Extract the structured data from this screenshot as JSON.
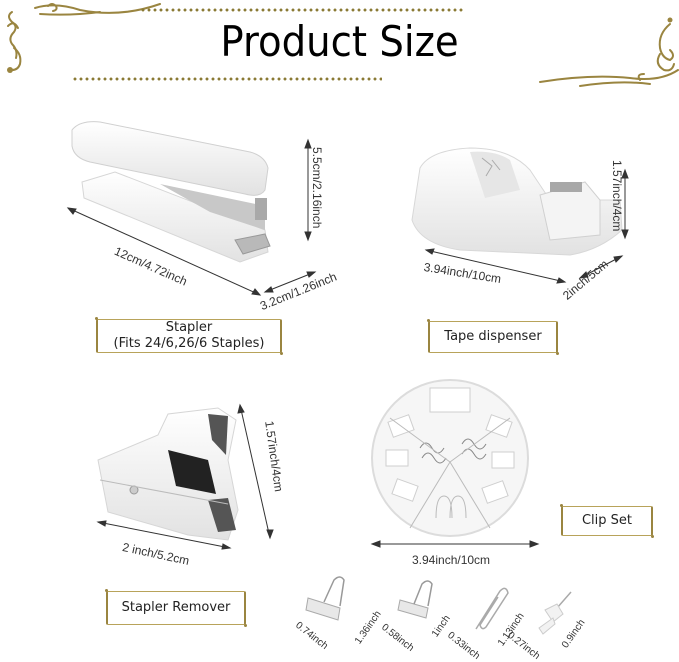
{
  "header": {
    "title": "Product Size",
    "accent_color": "#8a7a35"
  },
  "products": {
    "stapler": {
      "label_line1": "Stapler",
      "label_line2": "(Fits 24/6,26/6 Staples)",
      "length": "12cm/4.72inch",
      "height": "5.5cm/2.16inch",
      "width": "3.2cm/1.26inch"
    },
    "tape_dispenser": {
      "label": "Tape dispenser",
      "length": "3.94inch/10cm",
      "height": "1.57inch/4cm",
      "width": "2inch/5cm"
    },
    "stapler_remover": {
      "label": "Stapler Remover",
      "length": "2 inch/5.2cm",
      "height": "1.57inch/4cm"
    },
    "clip_set": {
      "label": "Clip Set",
      "diameter": "3.94inch/10cm",
      "items": [
        {
          "name": "large-binder-clip",
          "width": "0.74inch",
          "height": "1.36inch"
        },
        {
          "name": "small-binder-clip",
          "width": "0.58inch",
          "height": "1inch"
        },
        {
          "name": "paper-clip",
          "width": "0.33inch",
          "height": "1.13inch"
        },
        {
          "name": "push-pin",
          "width": "0.27inch",
          "height": "0.9inch"
        }
      ]
    }
  }
}
